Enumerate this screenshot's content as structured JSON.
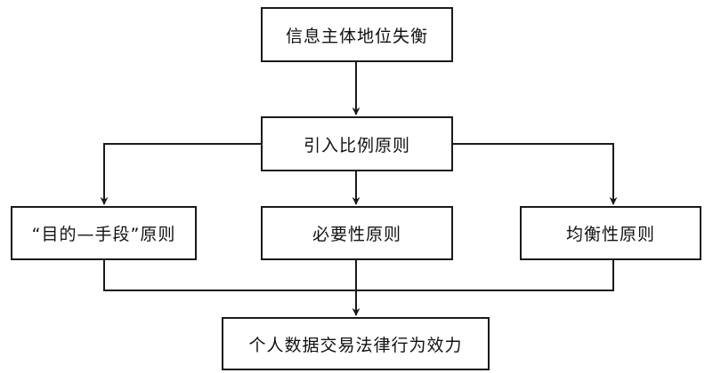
{
  "nodes": {
    "top": "信息主体地位失衡",
    "middle": "引入比例原则",
    "left": "“目的—手段”原则",
    "center": "必要性原则",
    "right": "均衡性原则",
    "bottom": "个人数据交易法律行为效力"
  },
  "colors": {
    "line": "#1a1a1a",
    "text": "#111111",
    "background": "#ffffff"
  }
}
